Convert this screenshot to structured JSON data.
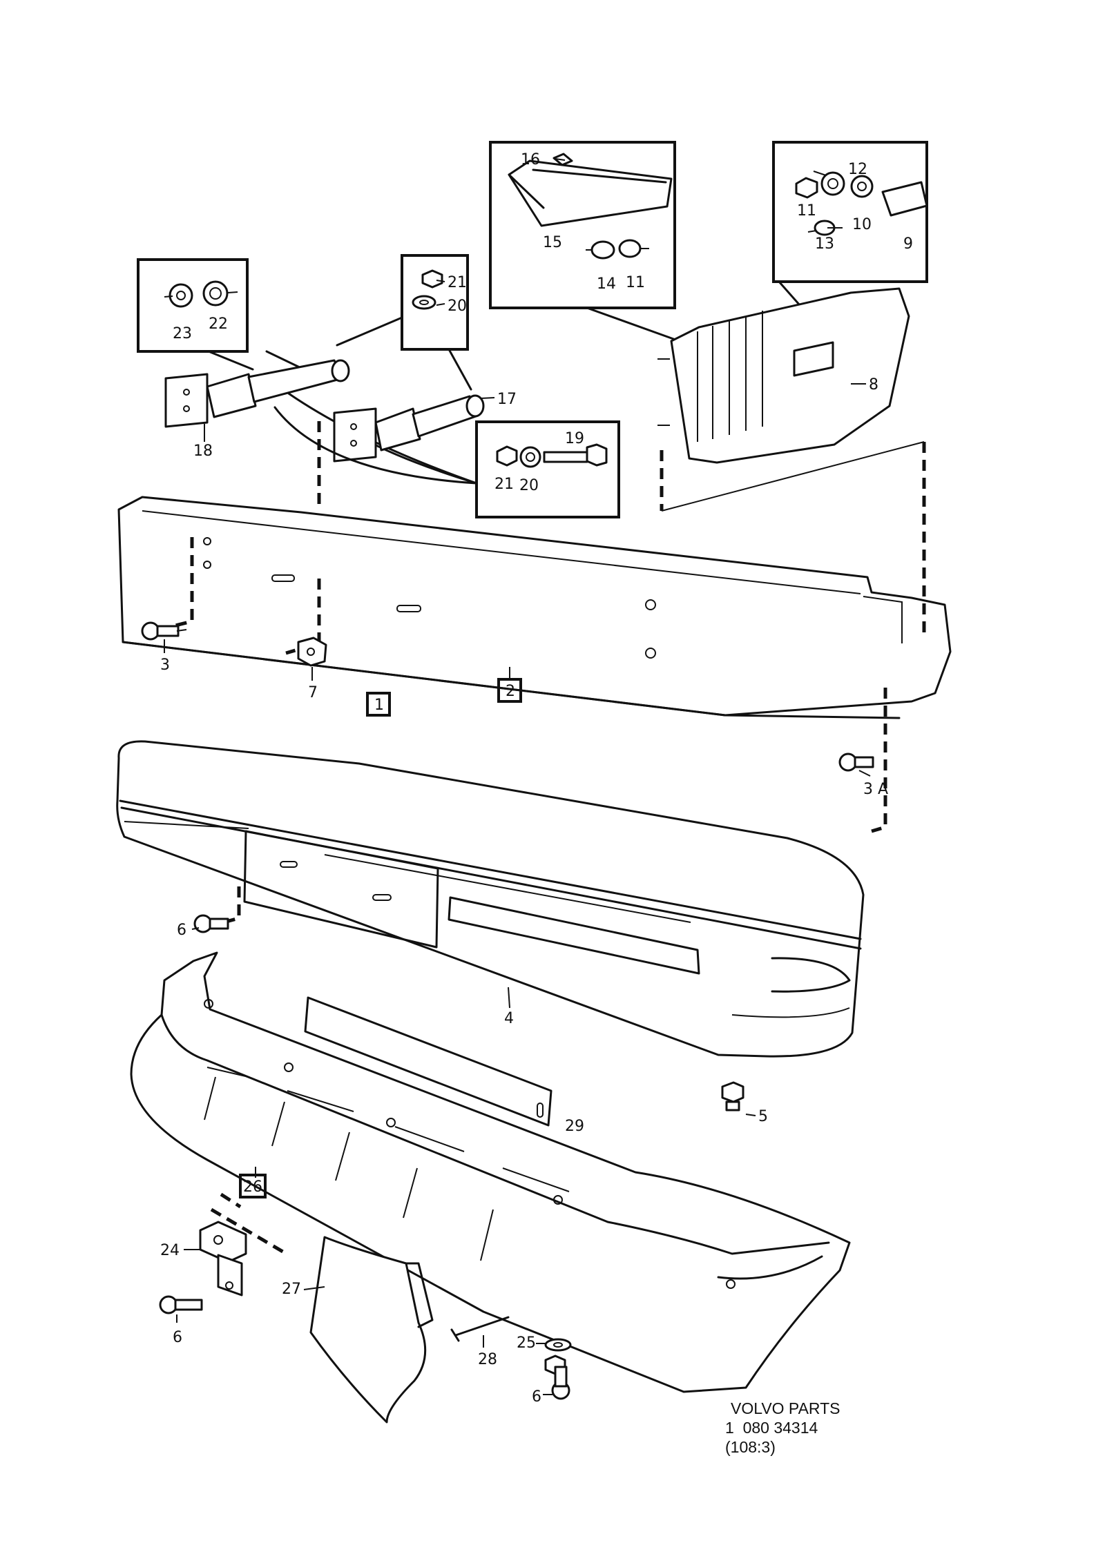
{
  "callouts": [
    {
      "id": "c16",
      "text": "16"
    },
    {
      "id": "c15",
      "text": "15"
    },
    {
      "id": "c14",
      "text": "14"
    },
    {
      "id": "c11a",
      "text": "11"
    },
    {
      "id": "c12",
      "text": "12"
    },
    {
      "id": "c11b",
      "text": "11"
    },
    {
      "id": "c10",
      "text": "10"
    },
    {
      "id": "c13",
      "text": "13"
    },
    {
      "id": "c9",
      "text": "9"
    },
    {
      "id": "c21a",
      "text": "21"
    },
    {
      "id": "c20a",
      "text": "20"
    },
    {
      "id": "c23",
      "text": "23"
    },
    {
      "id": "c22",
      "text": "22"
    },
    {
      "id": "c17",
      "text": "17"
    },
    {
      "id": "c18",
      "text": "18"
    },
    {
      "id": "c8",
      "text": "8"
    },
    {
      "id": "c19",
      "text": "19"
    },
    {
      "id": "c21b",
      "text": "21"
    },
    {
      "id": "c20b",
      "text": "20"
    },
    {
      "id": "c3",
      "text": "3"
    },
    {
      "id": "c7",
      "text": "7"
    },
    {
      "id": "c1",
      "text": "1"
    },
    {
      "id": "c2",
      "text": "2"
    },
    {
      "id": "c3a",
      "text": "3 A"
    },
    {
      "id": "c6a",
      "text": "6"
    },
    {
      "id": "c4",
      "text": "4"
    },
    {
      "id": "c5",
      "text": "5"
    },
    {
      "id": "c29",
      "text": "29"
    },
    {
      "id": "c26",
      "text": "26"
    },
    {
      "id": "c24",
      "text": "24"
    },
    {
      "id": "c6b",
      "text": "6"
    },
    {
      "id": "c27",
      "text": "27"
    },
    {
      "id": "c28",
      "text": "28"
    },
    {
      "id": "c25",
      "text": "25"
    },
    {
      "id": "c6c",
      "text": "6"
    }
  ],
  "caption": {
    "line1": "VOLVO PARTS",
    "line2": "1  080 34314",
    "line3": "(108:3)"
  }
}
